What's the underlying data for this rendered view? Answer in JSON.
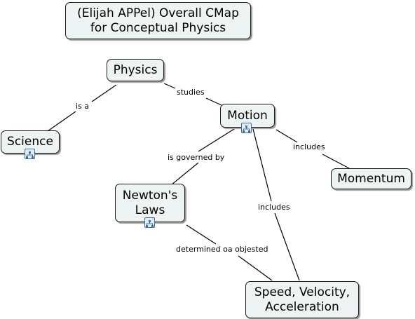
{
  "title": "(Elijah APPel) Overall CMap\nfor Conceptual Physics",
  "nodes": {
    "physics": "Physics",
    "science": "Science",
    "motion": "Motion",
    "momentum": "Momentum",
    "newtons_laws": "Newton's\nLaws",
    "speed": "Speed, Velocity,\nAcceleration"
  },
  "links": {
    "is_a": "is a",
    "studies": "studies",
    "is_governed_by": "is governed by",
    "includes_momentum": "includes",
    "includes_speed": "includes",
    "determined": "determined oa objested"
  },
  "icons": {
    "science": "concept-map-icon",
    "motion": "concept-map-icon",
    "newtons_laws": "concept-map-icon"
  },
  "colors": {
    "node_fill": "#eef3f3",
    "icon_blue": "#3a6ea5"
  }
}
